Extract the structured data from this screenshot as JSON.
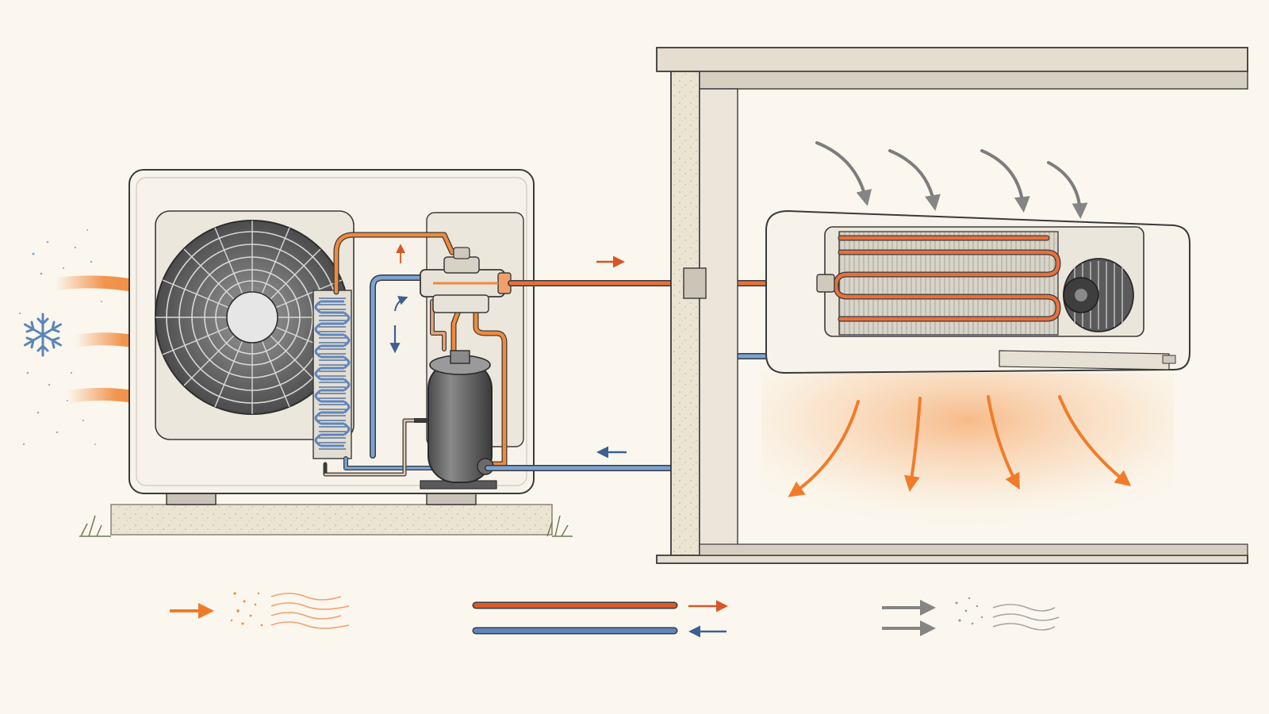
{
  "diagram": {
    "kind": "heat-pump-heating-mode",
    "components": {
      "outdoor_unit": "outdoor-unit",
      "fan": "outdoor-fan",
      "outdoor_coil": "outdoor-coil-evaporator",
      "reversing_valve": "reversing-valve",
      "compressor": "compressor",
      "wall": "building-wall",
      "indoor_unit": "indoor-air-handler",
      "indoor_coil": "indoor-coil-condenser",
      "blower": "indoor-blower"
    },
    "icons": {
      "cold": "snowflake-icon"
    },
    "colors": {
      "background": "#fbf7ee",
      "hot_line": "#e0602a",
      "warm_air": "#f08a3c",
      "cold_line": "#4a6ea0",
      "return_air": "#7a7a7a",
      "outline": "#3a3a3a",
      "cabinet": "#f7f3ea"
    },
    "legend": [
      {
        "key": "outdoor-air",
        "icon": "orange-air-arrow",
        "text": ""
      },
      {
        "key": "hot-refrigerant",
        "icon": "red-line-arrow",
        "text": ""
      },
      {
        "key": "cold-refrigerant",
        "icon": "blue-line-arrow",
        "text": ""
      },
      {
        "key": "indoor-air",
        "icon": "gray-air-arrow",
        "text": ""
      }
    ]
  }
}
